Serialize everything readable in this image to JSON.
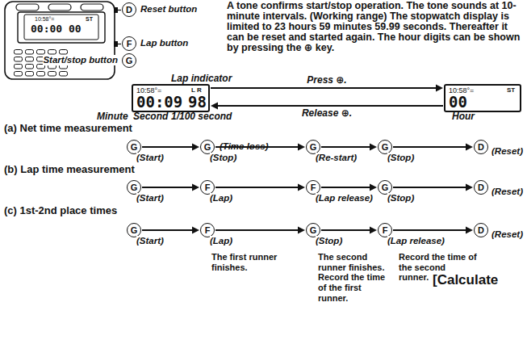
{
  "diagram": {
    "nodes": [
      {
        "text": [
          "D",
          "Reset button"
        ]
      },
      {
        "text": [
          "F",
          "Lap button"
        ]
      },
      {
        "text": [
          "G",
          "Start/stop button"
        ]
      },
      {
        "text": [
          "10:58°=",
          "L R",
          "00:09",
          "98"
        ]
      },
      {
        "text": [
          "10:58°=",
          "ST",
          "00"
        ]
      },
      {
        "text": [
          "G",
          "(Start)"
        ]
      },
      {
        "text": [
          "G",
          "(Stop)"
        ]
      },
      {
        "text": [
          "G",
          "(Re-start)"
        ]
      },
      {
        "text": [
          "G",
          "(Stop)"
        ]
      },
      {
        "text": [
          "D",
          "(Reset)"
        ]
      },
      {
        "text": [
          "G",
          "(Start)"
        ]
      },
      {
        "text": [
          "F",
          "(Lap)"
        ]
      },
      {
        "text": [
          "F",
          "(Lap release)"
        ]
      },
      {
        "text": [
          "G",
          "(Stop)"
        ]
      },
      {
        "text": [
          "D",
          "(Reset)"
        ]
      },
      {
        "text": [
          "G",
          "(Start)"
        ]
      },
      {
        "text": [
          "F",
          "(Lap)"
        ]
      },
      {
        "text": [
          "G",
          "(Stop)"
        ]
      },
      {
        "text": [
          "F",
          "(Lap release)"
        ]
      },
      {
        "text": [
          "D",
          "(Reset)"
        ]
      }
    ],
    "edges": [
      {
        "from": 3,
        "to": 4,
        "label": "Press ⊕.",
        "arrow": "to"
      },
      {
        "from": 4,
        "to": 3,
        "label": "Release ⊕.",
        "arrow": "to"
      },
      {
        "from": 5,
        "to": 6,
        "arrow": "to"
      },
      {
        "from": 6,
        "to": 7,
        "arrow": "to"
      },
      {
        "from": 7,
        "to": 8,
        "arrow": "to"
      },
      {
        "from": 8,
        "to": 9,
        "arrow": "to"
      },
      {
        "from": 10,
        "to": 11,
        "arrow": "to"
      },
      {
        "from": 11,
        "to": 12,
        "arrow": "to"
      },
      {
        "from": 12,
        "to": 13,
        "arrow": "to"
      },
      {
        "from": 13,
        "to": 14,
        "arrow": "to"
      },
      {
        "from": 15,
        "to": 16,
        "arrow": "to"
      },
      {
        "from": 16,
        "to": 17,
        "arrow": "to"
      },
      {
        "from": 17,
        "to": 18,
        "arrow": "to"
      },
      {
        "from": 18,
        "to": 19,
        "arrow": "to"
      }
    ],
    "labels": [
      "10:58°=",
      "ST",
      "00:00 00",
      "A tone confirms start/stop operation. The tone sounds at 10-minute intervals. (Working range) The stopwatch display is limited to 23 hours 59 minutes 59.99 seconds. Thereafter it can be reset and started again. The hour digits can be shown by pressing the ⊕ key.",
      "Lap indicator",
      "Minute",
      "Second",
      "1/100 second",
      "Hour",
      "(a) Net time measurement",
      "(Time loss)",
      "(b) Lap time measurement",
      "(c) 1st-2nd place times",
      "The first runner finishes.",
      "The second runner finishes. Record the time of the first runner.",
      "Record the time of the second runner.",
      "[Calculate"
    ]
  }
}
